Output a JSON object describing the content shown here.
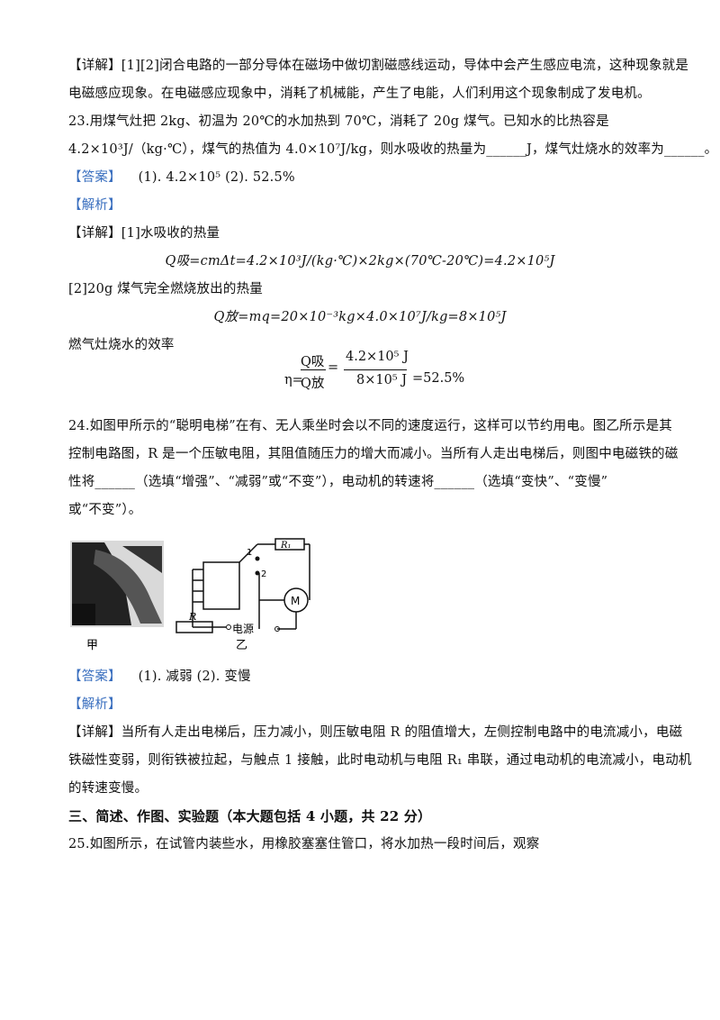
{
  "lines": {
    "l1": "【详解】[1][2]闭合电路的一部分导体在磁场中做切割磁感线运动，导体中会产生感应电流，这种现象就是",
    "l2": "电磁感应现象。在电磁感应现象中，消耗了机械能，产生了电能，人们利用这个现象制成了发电机。",
    "q23a": "23.用煤气灶把 2kg、初温为 20℃的水加热到 70℃，消耗了 20g 煤气。已知水的比热容是",
    "q23b": "4.2×10³J/（kg·℃），煤气的热值为 4.0×10⁷J/kg，则水吸收的热量为______J，煤气灶烧水的效率为______。",
    "ans23_tag": "【答案】",
    "ans23": "(1). 4.2×10⁵   (2). 52.5%",
    "jx23": "【解析】",
    "d23a": "【详解】[1]水吸收的热量",
    "f23a": "Q吸=cmΔt=4.2×10³J/(kg·℃)×2kg×(70℃-20℃)=4.2×10⁵J",
    "d23b": "[2]20g 煤气完全燃烧放出的热量",
    "f23b": "Q放=mq=20×10⁻³kg×4.0×10⁷J/kg=8×10⁵J",
    "d23c": "燃气灶烧水的效率",
    "q24a": "24.如图甲所示的“聪明电梯”在有、无人乘坐时会以不同的速度运行，这样可以节约用电。图乙所示是其",
    "q24b": "控制电路图，R 是一个压敏电阻，其阻值随压力的增大而减小。当所有人走出电梯后，则图中电磁铁的磁",
    "q24c": "性将______（选填“增强”、“减弱”或“不变”），电动机的转速将______（选填“变快”、“变慢”",
    "q24d": "或“不变”）。",
    "ans24_tag": "【答案】",
    "ans24": "(1). 减弱   (2). 变慢",
    "jx24": "【解析】",
    "d24a": "【详解】当所有人走出电梯后，压力减小，则压敏电阻 R 的阻值增大，左侧控制电路中的电流减小，电磁",
    "d24b": "铁磁性变弱，则衔铁被拉起，与触点 1 接触，此时电动机与电阻 R₁ 串联，通过电动机的电流减小，电动机",
    "d24c": "的转速变慢。",
    "sec3": "三、简述、作图、实验题（本大题包括 4 小题，共 22 分）",
    "q25": "25.如图所示，在试管内装些水，用橡胶塞塞住管口，将水加热一段时间后，观察"
  },
  "formula_eff": {
    "eta": "η=",
    "q_num": "Q吸",
    "q_den": "Q放",
    "eq": "=",
    "num": "4.2×10⁵ J",
    "den": "8×10⁵ J",
    "res": "=52.5%"
  },
  "figure": {
    "label_jia": "甲",
    "label_yi": "乙",
    "label_power": "电源",
    "label_r": "R",
    "label_r1": "R₁",
    "label_m": "M",
    "label_1": "1",
    "label_2": "2"
  }
}
